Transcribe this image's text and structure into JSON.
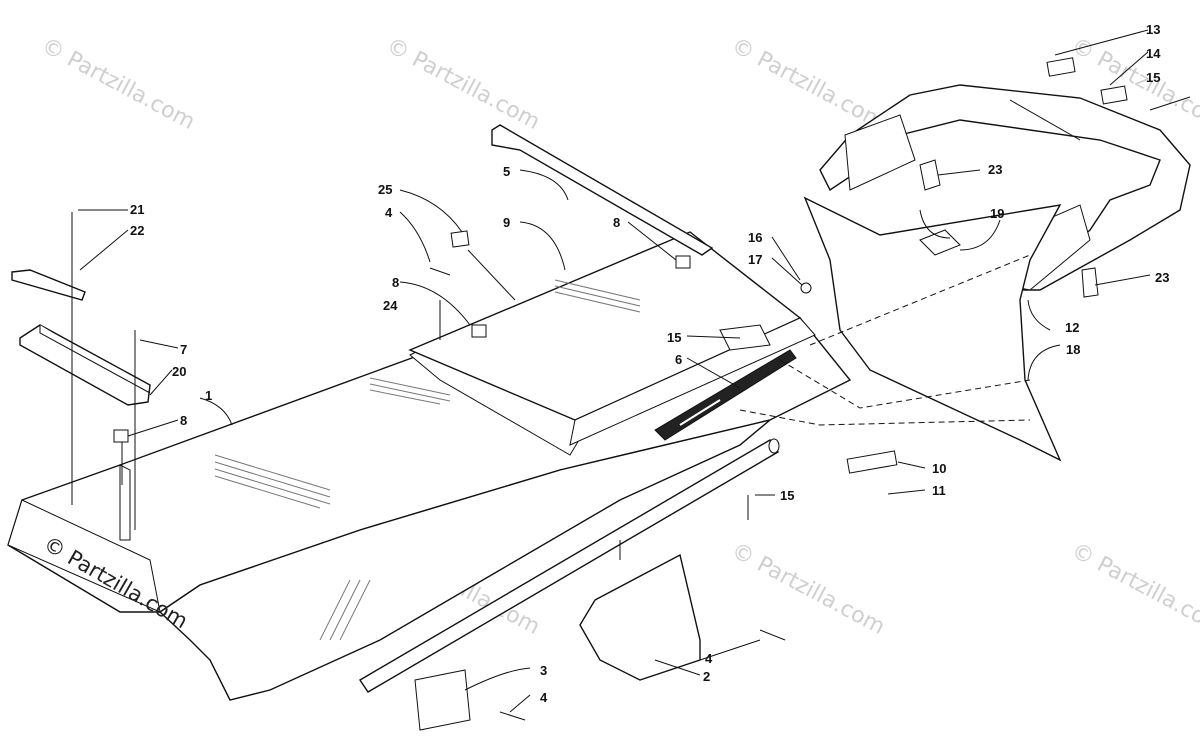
{
  "watermark": {
    "repeat_text": "© Partzilla.com",
    "corner_text": "© Partzilla.com"
  },
  "callouts": [
    {
      "id": "1",
      "label": "1"
    },
    {
      "id": "2",
      "label": "2"
    },
    {
      "id": "3",
      "label": "3"
    },
    {
      "id": "4a",
      "label": "4"
    },
    {
      "id": "4b",
      "label": "4"
    },
    {
      "id": "4c",
      "label": "4"
    },
    {
      "id": "5",
      "label": "5"
    },
    {
      "id": "6",
      "label": "6"
    },
    {
      "id": "7",
      "label": "7"
    },
    {
      "id": "8a",
      "label": "8"
    },
    {
      "id": "8b",
      "label": "8"
    },
    {
      "id": "8c",
      "label": "8"
    },
    {
      "id": "9",
      "label": "9"
    },
    {
      "id": "10",
      "label": "10"
    },
    {
      "id": "11",
      "label": "11"
    },
    {
      "id": "12",
      "label": "12"
    },
    {
      "id": "13",
      "label": "13"
    },
    {
      "id": "14",
      "label": "14"
    },
    {
      "id": "15a",
      "label": "15"
    },
    {
      "id": "15b",
      "label": "15"
    },
    {
      "id": "15c",
      "label": "15"
    },
    {
      "id": "16",
      "label": "16"
    },
    {
      "id": "17",
      "label": "17"
    },
    {
      "id": "18",
      "label": "18"
    },
    {
      "id": "19",
      "label": "19"
    },
    {
      "id": "20",
      "label": "20"
    },
    {
      "id": "21",
      "label": "21"
    },
    {
      "id": "22",
      "label": "22"
    },
    {
      "id": "23a",
      "label": "23"
    },
    {
      "id": "23b",
      "label": "23"
    },
    {
      "id": "24",
      "label": "24"
    },
    {
      "id": "25",
      "label": "25"
    }
  ]
}
